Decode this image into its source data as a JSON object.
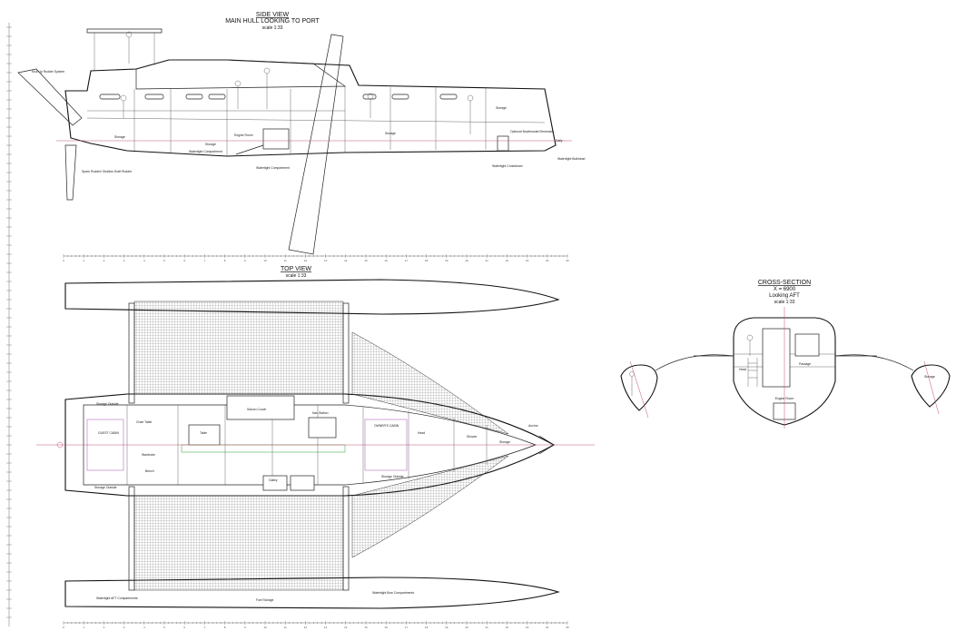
{
  "side_view": {
    "title": "SIDE VIEW",
    "subtitle": "MAIN HULL LOOKING TO PORT",
    "scale": "scale 1:33",
    "labels": {
      "kick_up_rudder": "Kick-Up Rudder System",
      "storage_aft": "Storage",
      "spare_rudder": "Spare Rudder/ Shallow Draft Rudder",
      "storage_mid": "Storage",
      "watertight_comp_1": "Watertight Compartment",
      "engine_room": "Engine Room",
      "watertight_comp_2": "Watertight Compartment",
      "storage_fwd": "Storage",
      "storage_bow": "Storage",
      "optional_pod": "Optional Bowthruster/Generator",
      "watertight_crossbeam": "Watertight Crossbeam",
      "daily": "Daily",
      "watertight_bulkhead": "Watertight Bulkhead"
    }
  },
  "top_view": {
    "title": "TOP VIEW",
    "scale": "scale 1:33",
    "labels": {
      "storage_outside": "Storage Outside",
      "guest_cabin": "GUEST CABIN",
      "chart_table": "Chart Table",
      "table": "Table",
      "saloon_seating": "Saloon Couch",
      "galley": "Galley",
      "nav_station": "Nav Station",
      "owners_cabin": "OWNER'S CABIN",
      "head": "Head",
      "shower": "Shower",
      "storage_bow": "Storage",
      "anchor": "Anchor",
      "watertight_aft": "Watertight AFT Compartments",
      "fuel_storage": "Fuel Storage",
      "watertight_bow": "Watertight Bow Compartments",
      "storage_inside": "Storage Outside",
      "bench": "Bench",
      "wardrobe": "Wardrobe",
      "storage_outside_2": "Storage Outside"
    }
  },
  "cross_section": {
    "title": "CROSS-SECTION",
    "line1": "X = 6900",
    "line2": "Looking AFT",
    "scale": "scale 1:33",
    "labels": {
      "engine_room": "Engine Room",
      "storage": "Storage",
      "head": "Head",
      "passage": "Passage"
    }
  },
  "scale_bar": {
    "ticks": [
      "0",
      "1",
      "2",
      "3",
      "4",
      "5",
      "6",
      "7",
      "8",
      "9",
      "10",
      "11",
      "12",
      "13",
      "14",
      "15",
      "16",
      "17",
      "18",
      "19",
      "20",
      "21",
      "22",
      "23",
      "24",
      "25"
    ]
  },
  "colors": {
    "line": "#222222",
    "centreline": "#c0506e",
    "green_highlight": "#4caf50",
    "purple_highlight": "#b36bbf"
  }
}
